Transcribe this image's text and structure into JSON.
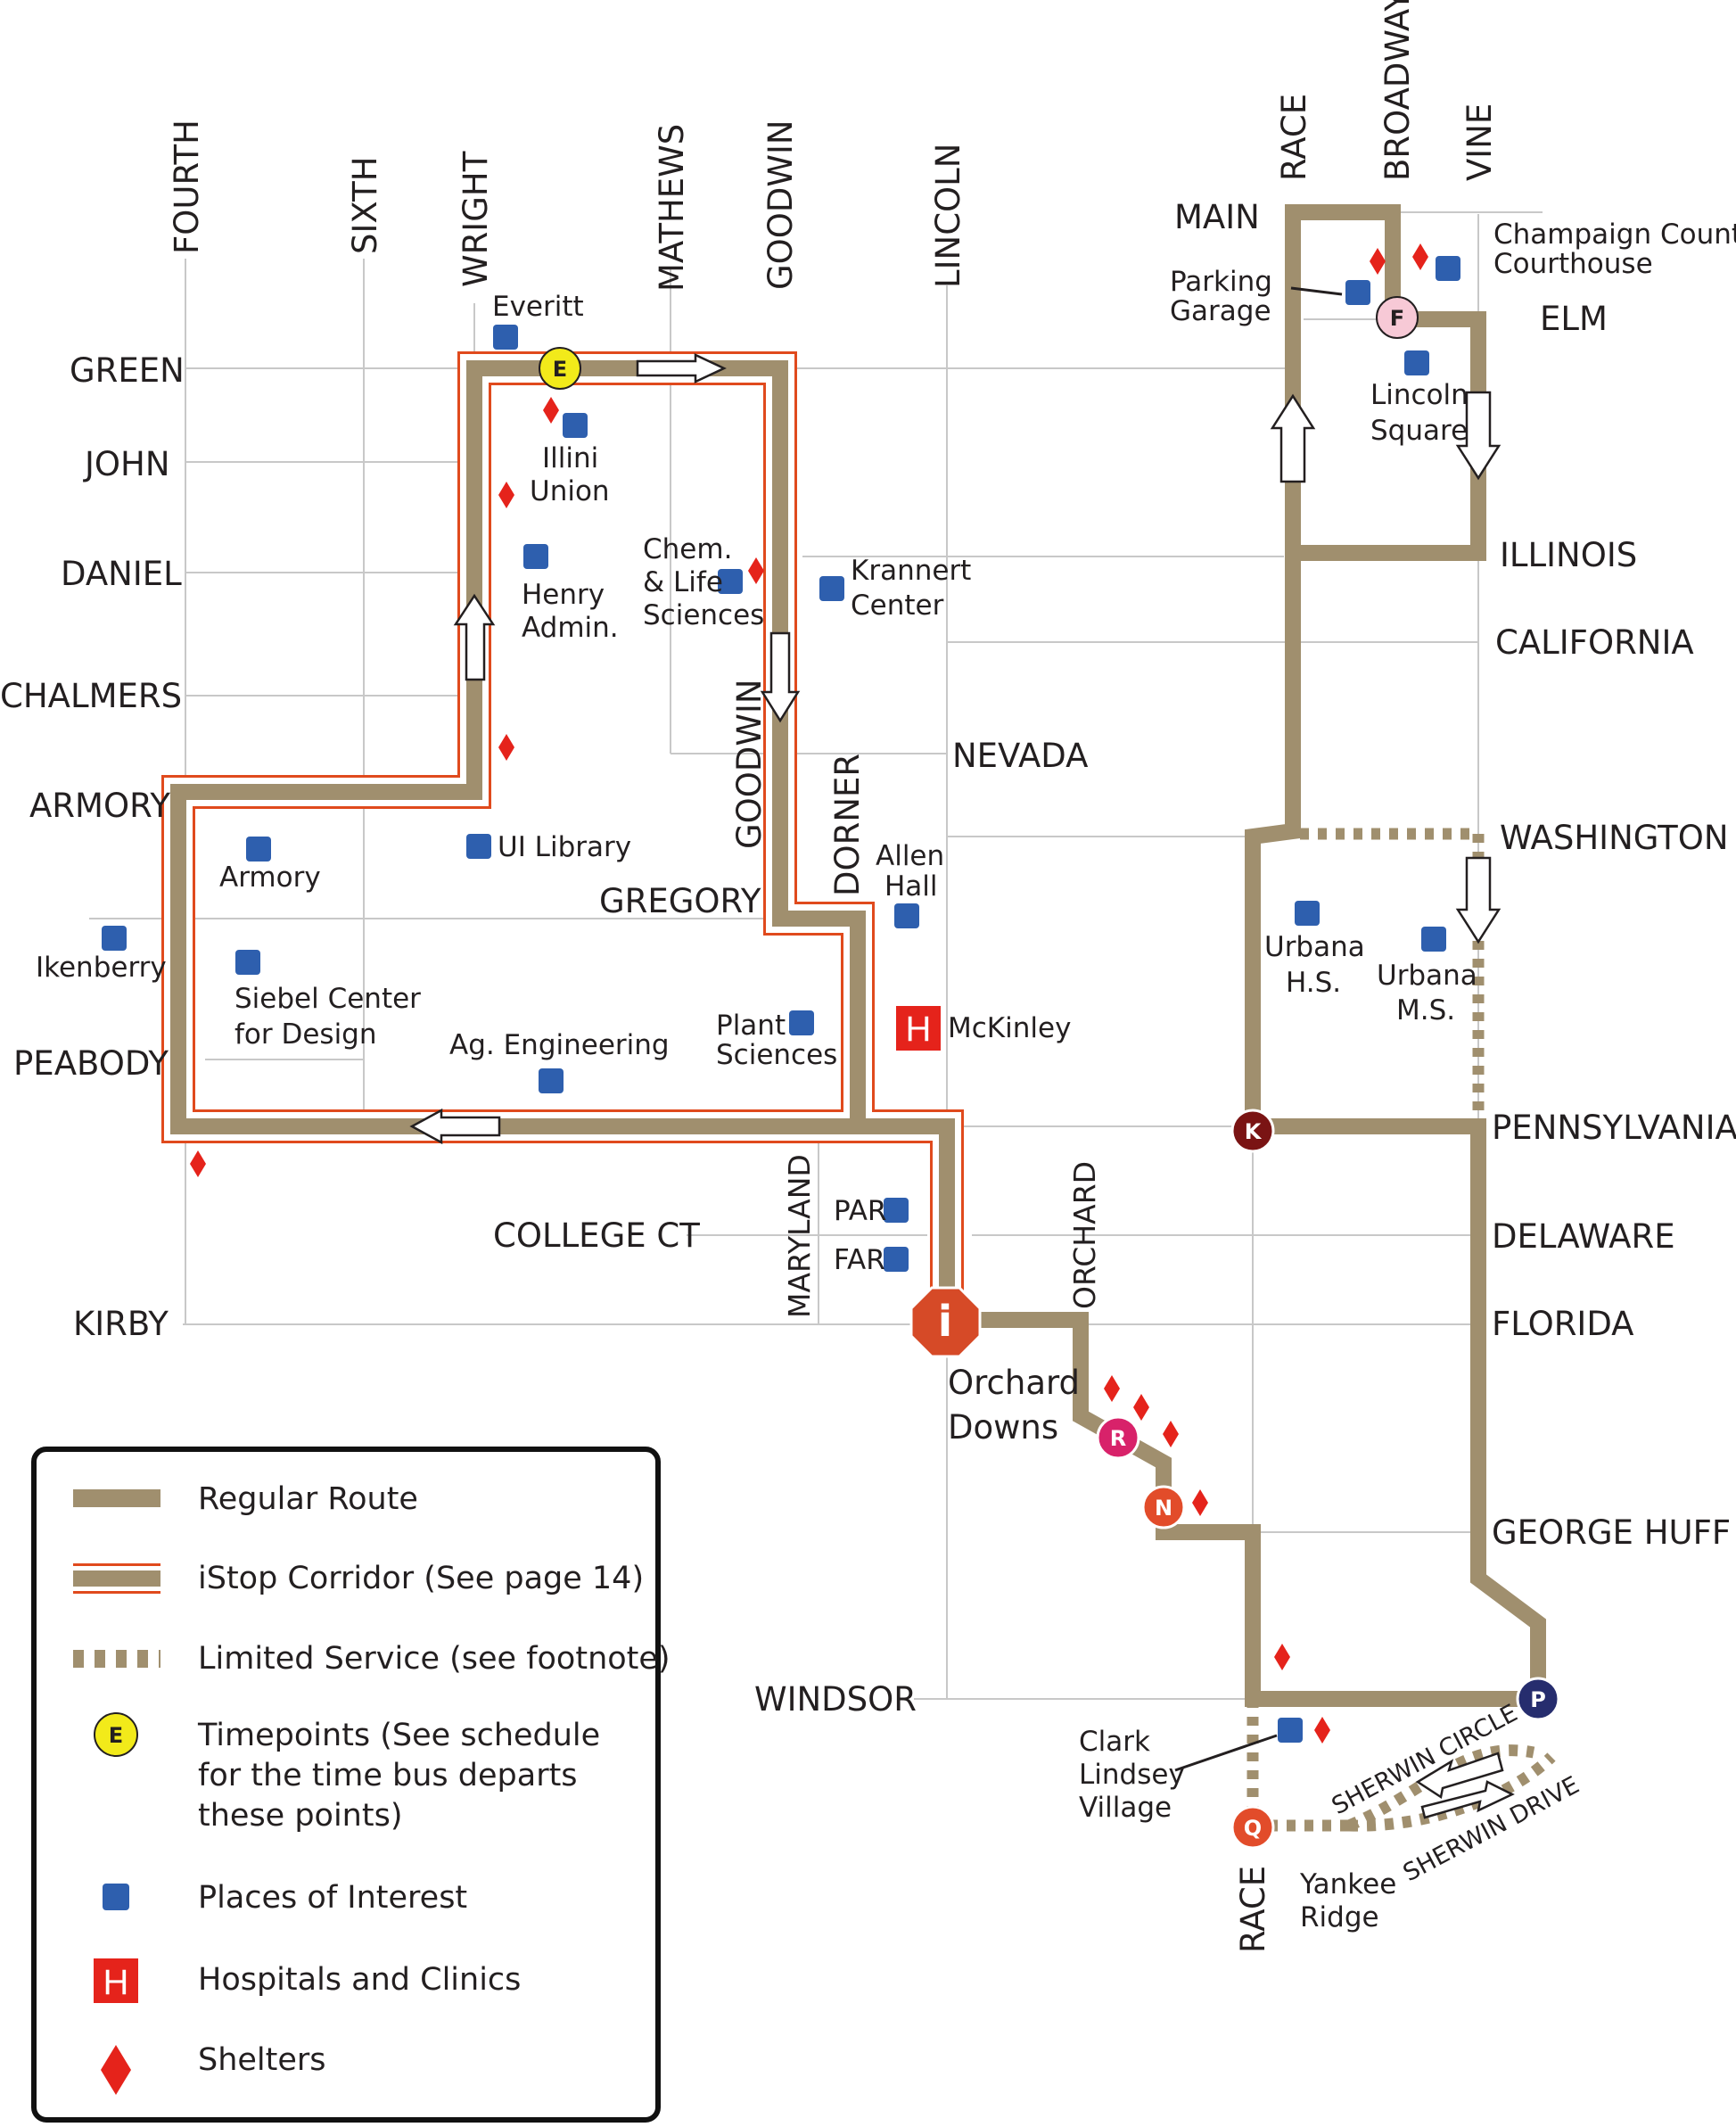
{
  "streets": {
    "fourth": "FOURTH",
    "sixth": "SIXTH",
    "wright": "WRIGHT",
    "mathews": "MATHEWS",
    "goodwin": "GOODWIN",
    "lincoln": "LINCOLN",
    "race": "RACE",
    "broadway": "BROADWAY",
    "vine": "VINE",
    "main": "MAIN",
    "elm": "ELM",
    "green": "GREEN",
    "john": "JOHN",
    "daniel": "DANIEL",
    "chalmers": "CHALMERS",
    "armory": "ARMORY",
    "gregory": "GREGORY",
    "peabody": "PEABODY",
    "college_ct": "COLLEGE CT",
    "kirby": "KIRBY",
    "illinois": "ILLINOIS",
    "california": "CALIFORNIA",
    "nevada": "NEVADA",
    "washington": "WASHINGTON",
    "pennsylvania": "PENNSYLVANIA",
    "delaware": "DELAWARE",
    "florida": "FLORIDA",
    "george_huff": "GEORGE HUFF",
    "windsor": "WINDSOR",
    "dorner": "DORNER",
    "maryland": "MARYLAND",
    "orchard": "ORCHARD",
    "race_south": "RACE",
    "sherwin_circle": "SHERWIN CIRCLE",
    "sherwin_drive": "SHERWIN DRIVE"
  },
  "places": {
    "everitt": "Everitt",
    "illini_union": [
      "Illini",
      "Union"
    ],
    "henry_admin": [
      "Henry",
      "Admin."
    ],
    "chem_life": [
      "Chem.",
      "& Life",
      "Sciences"
    ],
    "krannert": [
      "Krannert",
      "Center"
    ],
    "ui_library": "UI Library",
    "armory": "Armory",
    "ikenberry": "Ikenberry",
    "siebel": [
      "Siebel Center",
      "for Design"
    ],
    "ag_engineering": "Ag. Engineering",
    "plant_sciences": [
      "Plant",
      "Sciences"
    ],
    "allen_hall": [
      "Allen",
      "Hall"
    ],
    "mckinley": "McKinley",
    "par": "PAR",
    "far": "FAR",
    "orchard_downs": [
      "Orchard",
      "Downs"
    ],
    "parking_garage": [
      "Parking",
      "Garage"
    ],
    "courthouse": [
      "Champaign County",
      "Courthouse"
    ],
    "lincoln_square": [
      "Lincoln",
      "Square"
    ],
    "urbana_hs": [
      "Urbana",
      "H.S."
    ],
    "urbana_ms": [
      "Urbana",
      "M.S."
    ],
    "clark_lindsey": [
      "Clark",
      "Lindsey",
      "Village"
    ],
    "yankee_ridge": [
      "Yankee",
      "Ridge"
    ]
  },
  "timepoints": {
    "E": {
      "label": "E",
      "color": "#f2ea1a"
    },
    "F": {
      "label": "F",
      "color": "#f7c9d6"
    },
    "K": {
      "label": "K",
      "color": "#7a1414"
    },
    "R": {
      "label": "R",
      "color": "#d8226a"
    },
    "N": {
      "label": "N",
      "color": "#e24c2a"
    },
    "P": {
      "label": "P",
      "color": "#262d6e"
    },
    "Q": {
      "label": "Q",
      "color": "#e24c2a"
    },
    "I": {
      "label": "i",
      "color": "#d64a27"
    }
  },
  "legend": {
    "regular_route": "Regular Route",
    "istop_corridor": "iStop Corridor (See page 14)",
    "limited_service": "Limited Service (see footnote)",
    "timepoint_sample": "E",
    "timepoints": [
      "Timepoints (See schedule",
      "for the time bus departs",
      "these points)"
    ],
    "places_of_interest": "Places of Interest",
    "hospital_icon": "H",
    "hospitals": "Hospitals and Clinics",
    "shelters": "Shelters"
  },
  "colors": {
    "route": "#a08f6e",
    "istop_outline": "#e04a1d",
    "street": "#c8c8c8",
    "place": "#2e5fae",
    "shelter": "#e5231b",
    "hospital": "#e5231b"
  }
}
